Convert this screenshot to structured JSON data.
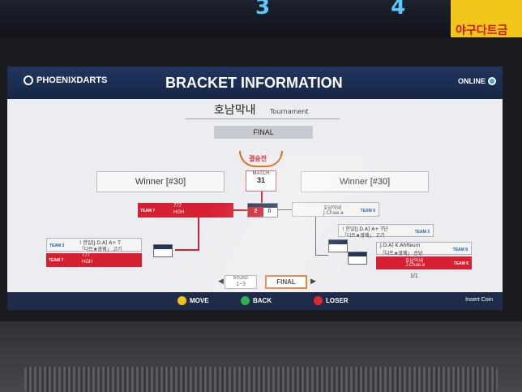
{
  "cabinet": {
    "top_digits": "3 4",
    "brand_plate": "야구다트금"
  },
  "header": {
    "logo": "PHOENIXDARTS",
    "title": "BRACKET INFORMATION",
    "status": "ONLINE"
  },
  "tournament": {
    "name": "호남막내",
    "type": "Tournament",
    "round": "FINAL"
  },
  "final_match": {
    "badge": "결승전",
    "label": "MATCH",
    "number": "31",
    "left_winner": "Winner [#30]",
    "right_winner": "Winner [#30]"
  },
  "left": {
    "semi": {
      "team_label": "TEAM 7",
      "player1": "777",
      "player2": "HGH",
      "score_left": "2",
      "score_right": "0"
    },
    "q1": {
      "team_label": "TEAM 3",
      "player1": "! 한일[J.D.A]   A+ T",
      "player2": "「다트★영웨」 고기"
    },
    "q2": {
      "team_label": "TEAM 7",
      "player1": "777",
      "player2": "HGH"
    }
  },
  "right": {
    "semi": {
      "team_label": "TEAM 6",
      "player1": "호남막내",
      "player2": "J.Chae.a"
    },
    "q1": {
      "team_label": "TEAM 3",
      "player1": "! 한일[J.D.A]   A+ T단",
      "player2": "「다트★영웨」 고기"
    },
    "q2": {
      "team_label": "TEAM 8",
      "player1": "J.D.A] K.AhReum",
      "player2": "「다트★영웨」 순당"
    },
    "q3": {
      "team_label": "TEAM 6",
      "player1": "호남막내",
      "player2": "J.Chae.a"
    }
  },
  "nav": {
    "round_label": "ROUND",
    "round_range": "1~3",
    "final_tab": "FINAL",
    "prev": "◀",
    "next": "▶",
    "pager": "1/1"
  },
  "footer": {
    "move": "MOVE",
    "back": "BACK",
    "loser": "LOSER",
    "insert_coin": "Insert Coin"
  },
  "colors": {
    "accent_red": "#d21f2d",
    "header_navy": "#1f2c49",
    "move_yellow": "#f2c21a",
    "back_green": "#2fb34a",
    "loser_red": "#e0282c"
  }
}
